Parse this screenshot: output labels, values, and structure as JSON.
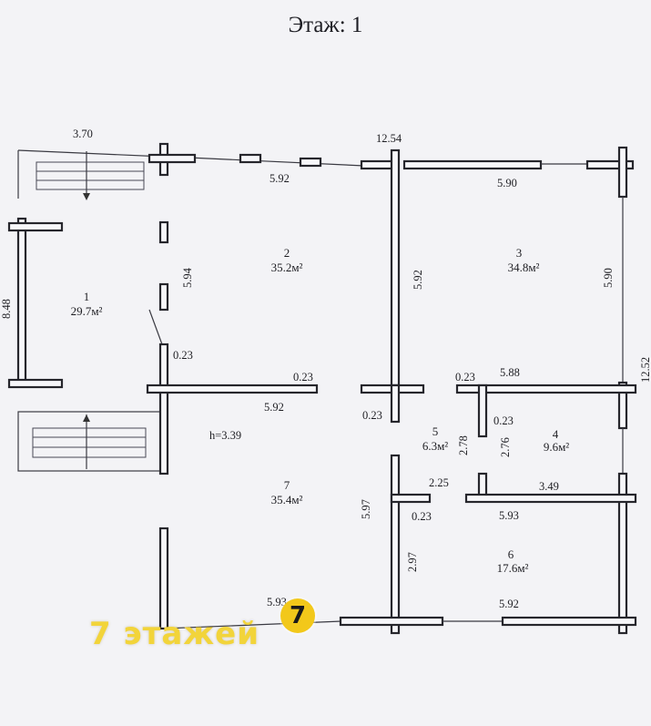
{
  "title": "Этаж: 1",
  "dimensions": {
    "porch_width": "3.70",
    "total_length": "12.54",
    "left_depth": "8.48",
    "right_depth": "12.52",
    "room2_top": "5.92",
    "room2_side": "5.94",
    "room3_top": "5.90",
    "room3_side": "5.90",
    "room2_divider_side": "5.92",
    "wall_a": "0.23",
    "wall_b": "0.23",
    "room7_top": "5.92",
    "wall_c": "0.23",
    "wall_d": "0.23",
    "room4_top": "5.88",
    "wall_e": "0.23",
    "room5_left": "2.78",
    "room5_right": "2.76",
    "room5_bottom": "2.25",
    "wall_f": "0.23",
    "room4_bottom": "3.49",
    "room6_top": "5.93",
    "room7_side": "5.97",
    "room6_side": "2.97",
    "room7_bottom": "5.93",
    "room6_bottom": "5.92",
    "ceiling_height": "h=3.39"
  },
  "rooms": [
    {
      "number": "1",
      "area": "29.7м²"
    },
    {
      "number": "2",
      "area": "35.2м²"
    },
    {
      "number": "3",
      "area": "34.8м²"
    },
    {
      "number": "4",
      "area": "9.6м²"
    },
    {
      "number": "5",
      "area": "6.3м²"
    },
    {
      "number": "6",
      "area": "17.6м²"
    },
    {
      "number": "7",
      "area": "35.4м²"
    }
  ],
  "watermark": {
    "text": "7 этажей",
    "logo": "7"
  },
  "colors": {
    "wall_stroke": "#26262c",
    "paper": "#f3f3f6",
    "watermark": "#f2d43a",
    "logo_bg": "#f2c81a"
  }
}
